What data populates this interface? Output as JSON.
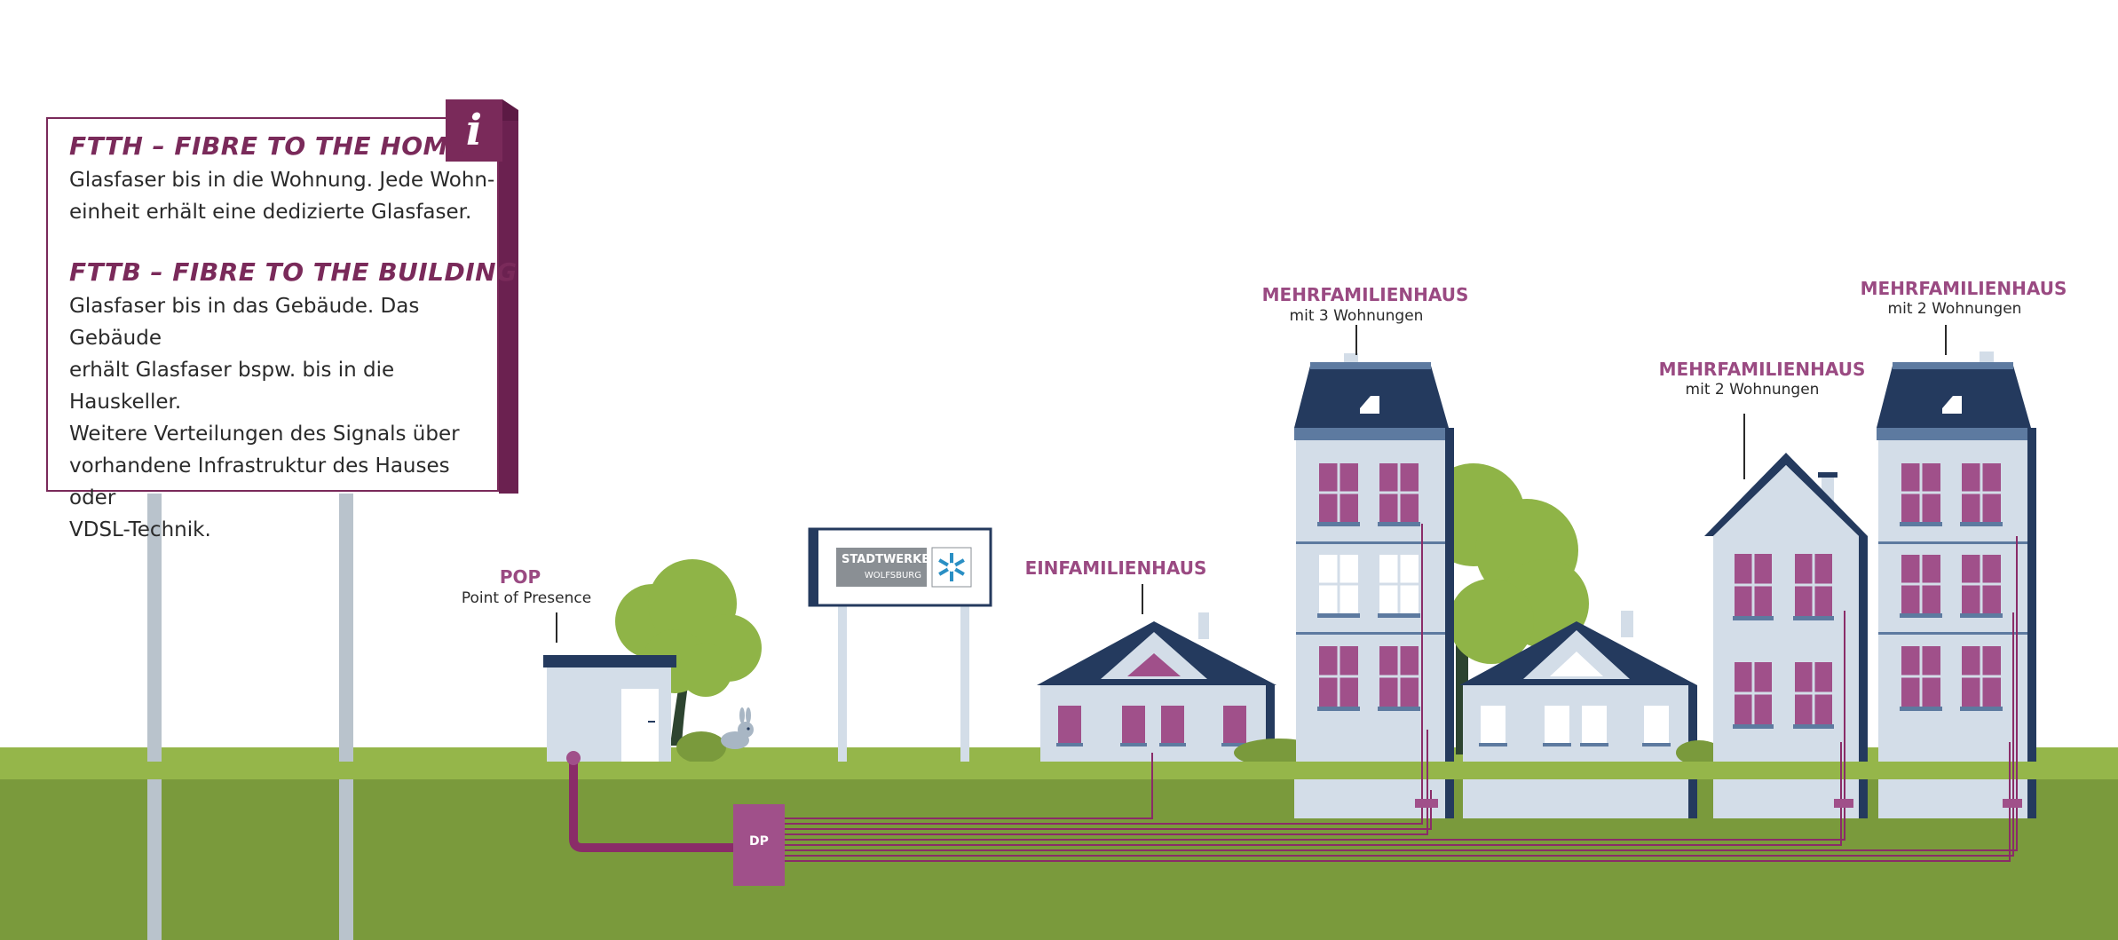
{
  "info": {
    "badge": "i",
    "ftth": {
      "heading": "FTTH – FIBRE TO THE HOME",
      "lines": [
        "Glasfaser bis in die Wohnung. Jede Wohn-",
        "einheit erhält eine dedizierte Glasfaser."
      ]
    },
    "fttb": {
      "heading": "FTTB – FIBRE TO THE BUILDING",
      "lines": [
        "Glasfaser bis in das Gebäude. Das Gebäude",
        "erhält Glasfaser bspw. bis in die Hauskeller.",
        "Weitere Verteilungen des Signals über",
        "vorhandene Infrastruktur des Hauses oder",
        "VDSL-Technik."
      ]
    }
  },
  "pop": {
    "title": "POP",
    "subtitle": "Point of Presence"
  },
  "sign": {
    "line1": "STADTWERKE",
    "line2": "WOLFSBURG"
  },
  "dp": {
    "label": "DP"
  },
  "buildings": {
    "einfamilienhaus": {
      "title": "EINFAMILIENHAUS"
    },
    "mfh3": {
      "title": "MEHRFAMILIENHAUS",
      "subtitle": "mit 3 Wohnungen"
    },
    "mfh2a": {
      "title": "MEHRFAMILIENHAUS",
      "subtitle": "mit 2 Wohnungen"
    },
    "mfh2b": {
      "title": "MEHRFAMILIENHAUS",
      "subtitle": "mit 2 Wohnungen"
    }
  },
  "colors": {
    "sky": "#ffffff",
    "grass_light": "#95b64a",
    "grass_dark": "#7a9a3c",
    "roof": "#243a5e",
    "wall": "#d3dde8",
    "window_pink": "#a0508a",
    "fibre": "#8a2c68",
    "brand": "#7a2a5a",
    "tree": "#8fb447"
  }
}
